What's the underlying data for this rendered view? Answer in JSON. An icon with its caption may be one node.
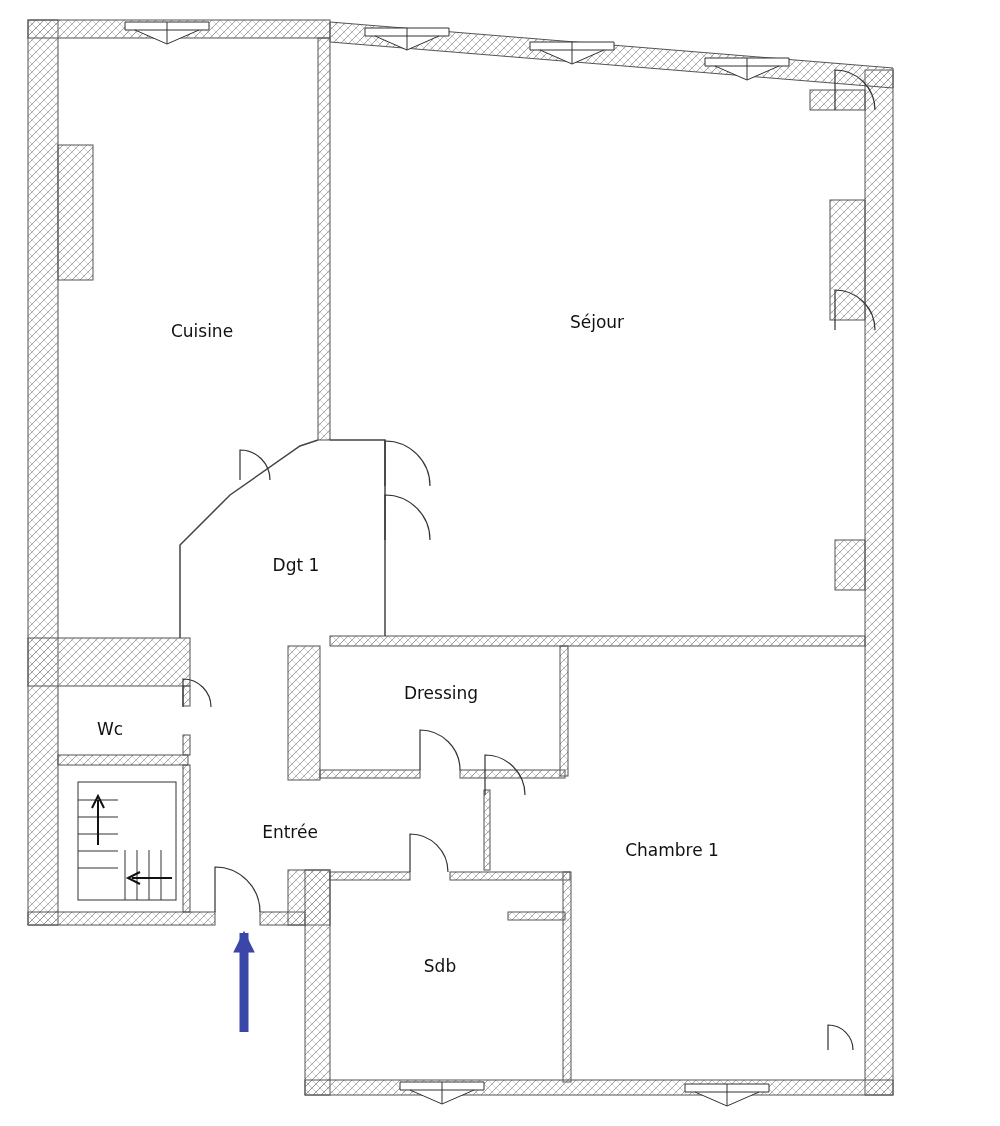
{
  "diagram": {
    "nodes": [
      {
        "text": [
          "Cuisine"
        ]
      },
      {
        "text": [
          "Séjour"
        ]
      },
      {
        "text": [
          "Dgt 1"
        ]
      },
      {
        "text": [
          "Dressing"
        ]
      },
      {
        "text": [
          "Wc"
        ]
      },
      {
        "text": [
          "Entrée"
        ]
      },
      {
        "text": [
          "Chambre 1"
        ]
      },
      {
        "text": [
          "Sdb"
        ]
      }
    ],
    "edges": [
      {
        "from": null,
        "to": 5,
        "arrow": "to"
      }
    ]
  }
}
